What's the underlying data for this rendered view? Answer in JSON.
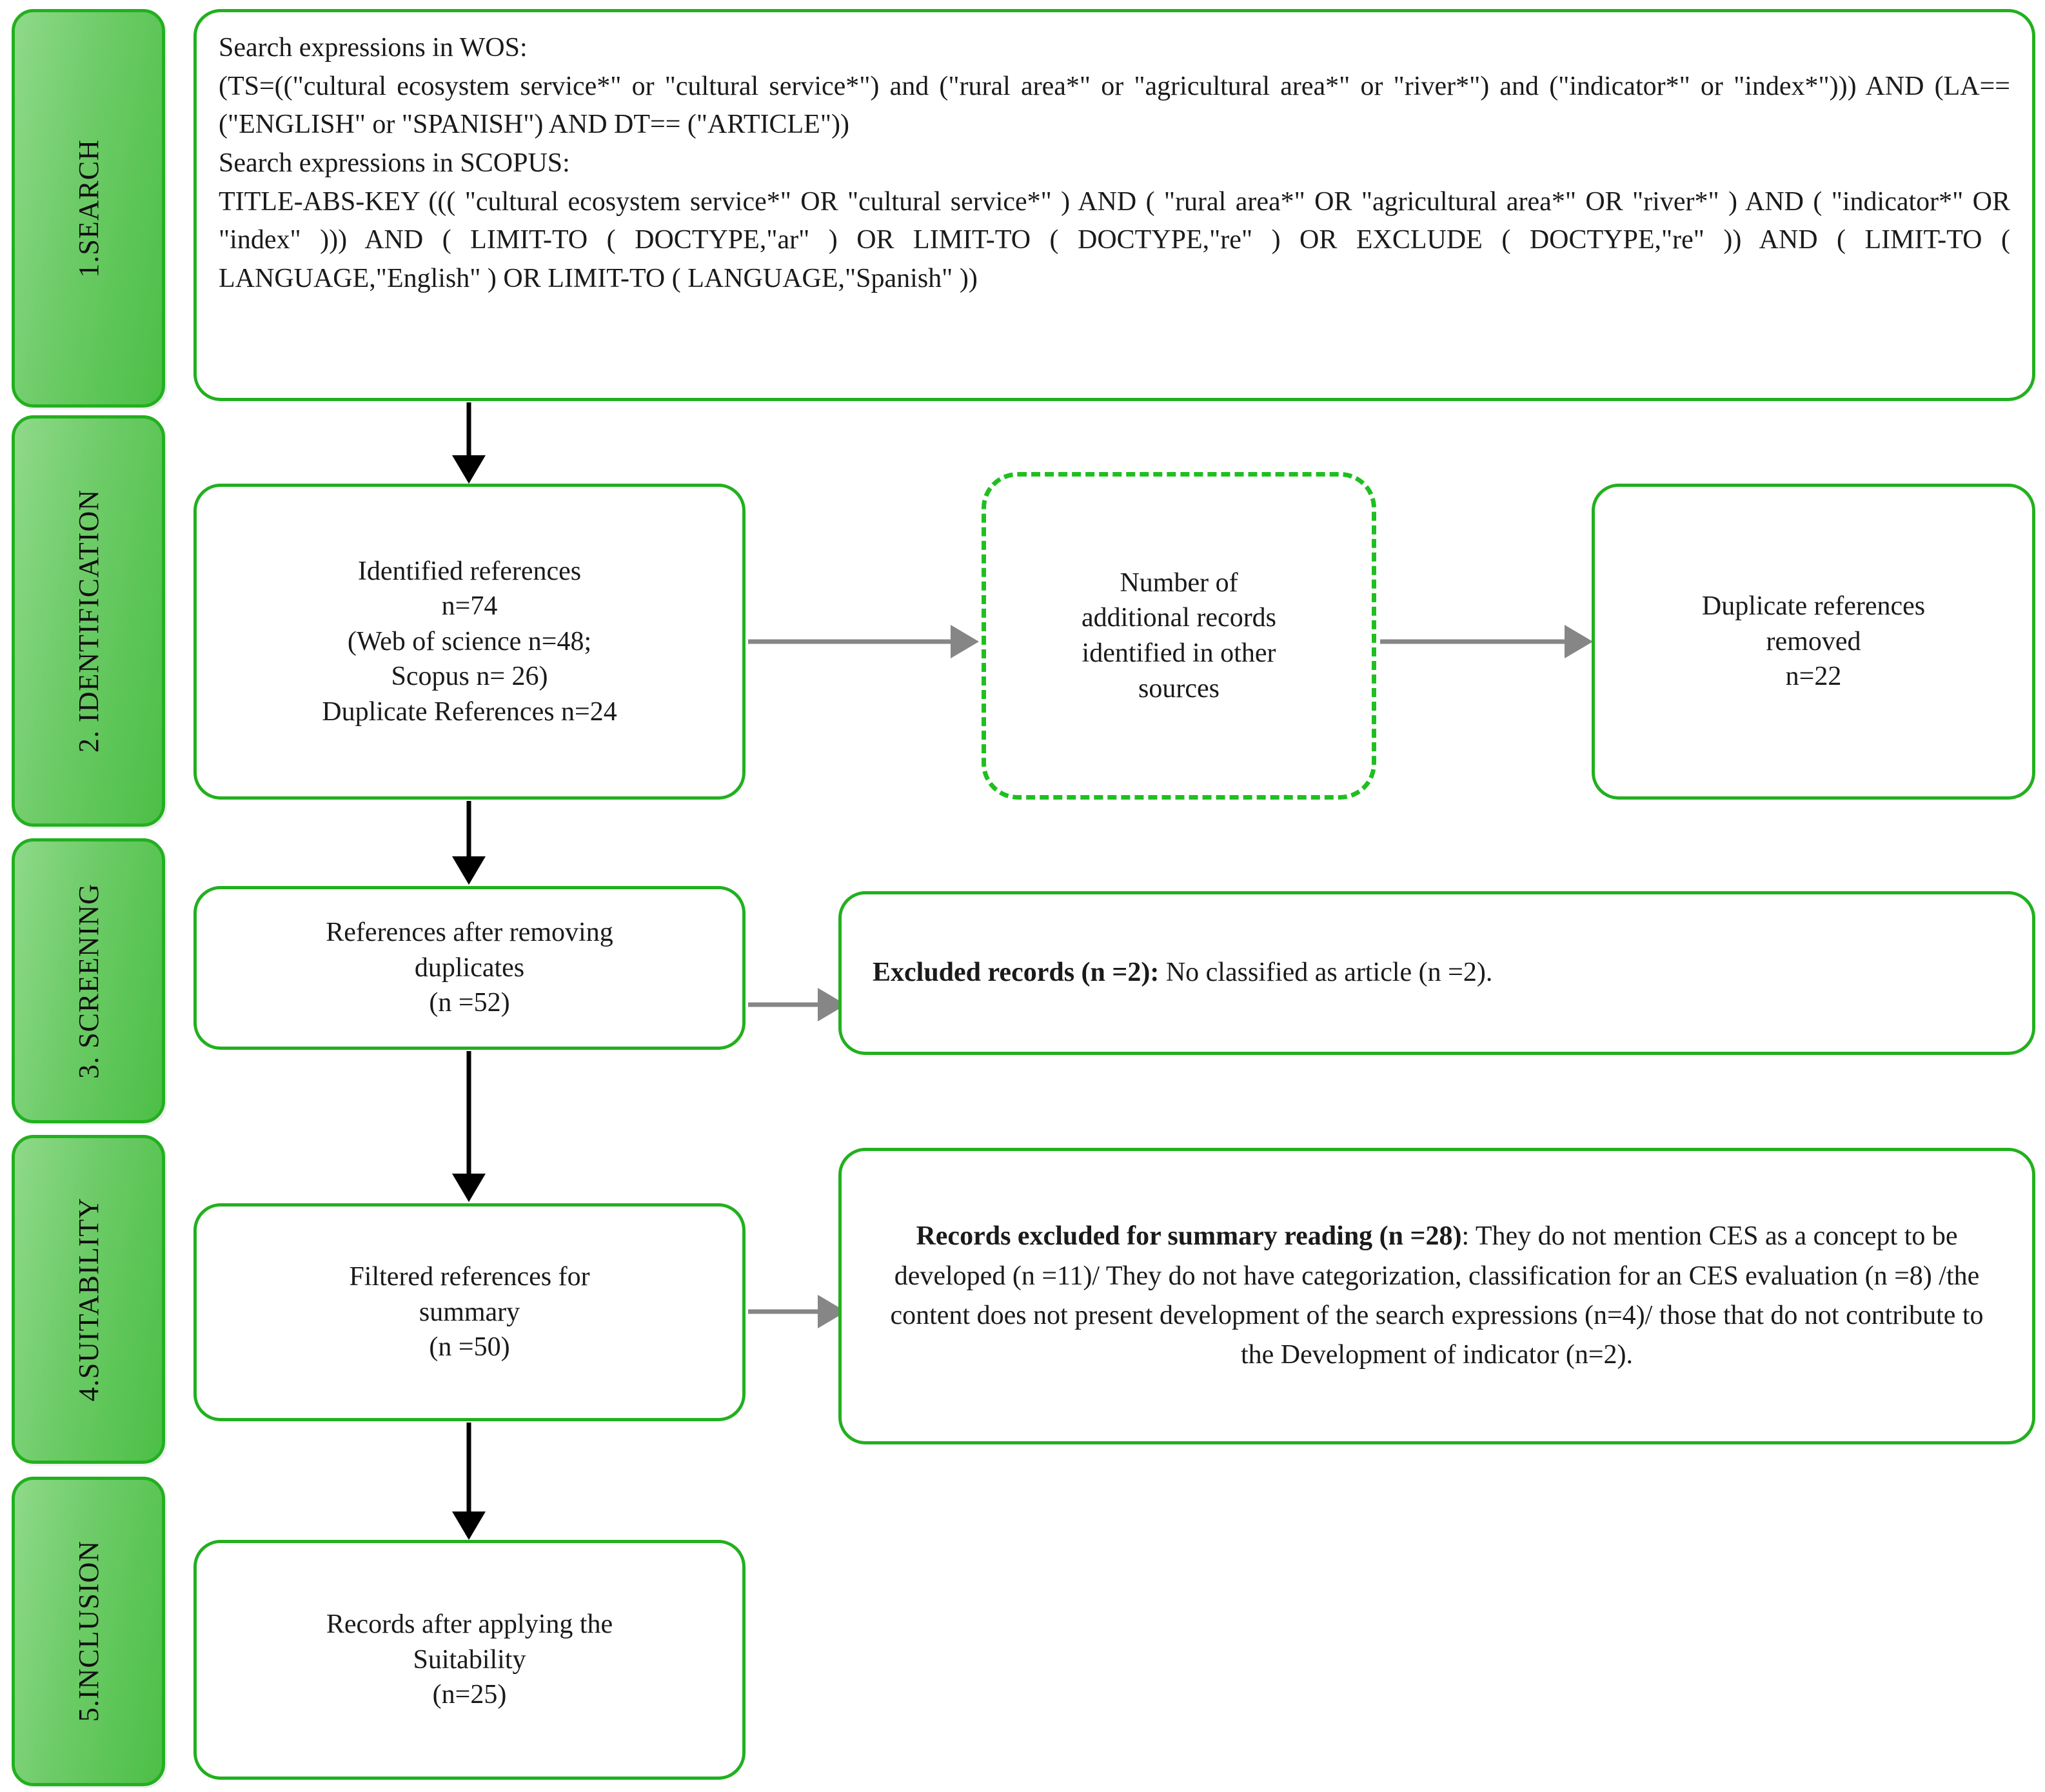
{
  "diagram": {
    "title": "PRISMA literature selection flow diagram",
    "accent_color": "#22b01f",
    "chip_fill_color": "#6ccb66",
    "vertical_arrow_color": "#000000",
    "horizontal_arrow_color": "#868686"
  },
  "stages": [
    {
      "id": "search",
      "label": "1.SEARCH"
    },
    {
      "id": "identification",
      "label": "2. IDENTIFICATION"
    },
    {
      "id": "screening",
      "label": "3. SCREENING"
    },
    {
      "id": "suitability",
      "label": "4.SUITABILITY"
    },
    {
      "id": "inclusion",
      "label": "5.INCLUSION"
    }
  ],
  "search_box": {
    "wos_heading": "Search expressions in WOS:",
    "wos_query": "(TS=((\"cultural ecosystem service*\" or \"cultural service*\") and (\"rural area*\" or \"agricultural area*\" or \"river*\") and (\"indicator*\" or \"index*\"))) AND (LA==(\"ENGLISH\" or \"SPANISH\") AND DT== (\"ARTICLE\"))",
    "scopus_heading": "Search expressions in SCOPUS:",
    "scopus_query": "TITLE-ABS-KEY ((( \"cultural ecosystem service*\" OR \"cultural service*\" ) AND ( \"rural area*\" OR \"agricultural area*\" OR \"river*\" ) AND ( \"indicator*\" OR \"index\" ))) AND ( LIMIT-TO ( DOCTYPE,\"ar\" ) OR LIMIT-TO ( DOCTYPE,\"re\" ) OR EXCLUDE ( DOCTYPE,\"re\" )) AND ( LIMIT-TO ( LANGUAGE,\"English\" ) OR LIMIT-TO ( LANGUAGE,\"Spanish\" ))"
  },
  "identified_references": {
    "line1": "Identified references",
    "line2": "n=74",
    "line3": "(Web of science n=48;",
    "line4": "Scopus n= 26)",
    "line5": "Duplicate References n=24"
  },
  "additional_records": {
    "line1": "Number of",
    "line2": "additional records",
    "line3": "identified in other",
    "line4": "sources"
  },
  "duplicates_removed": {
    "line1": "Duplicate references",
    "line2": "removed",
    "line3": "n=22"
  },
  "after_duplicates": {
    "line1": "References after removing",
    "line2": "duplicates",
    "line3": "(n =52)"
  },
  "excluded_screening": {
    "bold": "Excluded records (n =2):",
    "rest": " No classified as article (n =2)."
  },
  "filtered_summary": {
    "line1": "Filtered references for",
    "line2": "summary",
    "line3": "(n =50)"
  },
  "excluded_summary": {
    "bold": "Records excluded for summary reading (n =28)",
    "rest": ": They do not mention CES as a concept to be developed (n =11)/ They do not have categorization, classification for an CES evaluation (n =8) /the content does not present development of the search expressions (n=4)/ those that do not contribute to the Development of indicator (n=2)."
  },
  "final_records": {
    "line1": "Records after applying the",
    "line2": "Suitability",
    "line3": "(n=25)"
  }
}
